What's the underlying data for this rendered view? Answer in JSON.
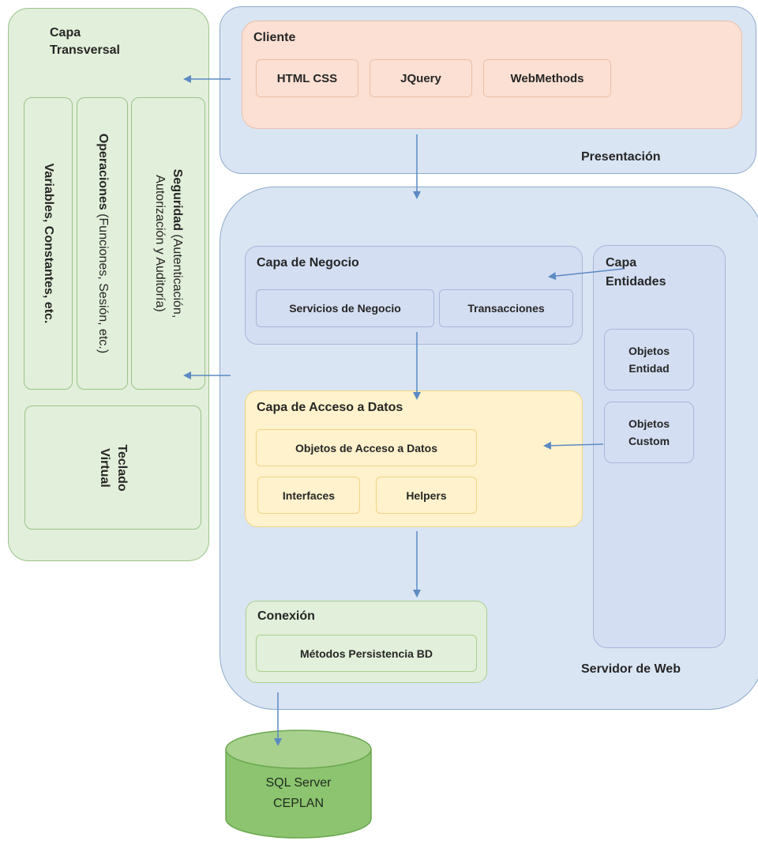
{
  "transversal": {
    "title_line1": "Capa",
    "title_line2": "Transversal",
    "variables": "Variables, Constantes, etc.",
    "operaciones_bold": "Operaciones",
    "operaciones_rest": " (Funciones, Sesión, etc.)",
    "seguridad_bold": "Seguridad",
    "seguridad_rest": " (Autenticación,",
    "seguridad_line2": "Autorización y Auditoría)",
    "teclado_line1": "Teclado",
    "teclado_line2": "Virtual"
  },
  "presentacion": {
    "label": "Presentación",
    "cliente": {
      "title": "Cliente",
      "items": [
        "HTML CSS",
        "JQuery",
        "WebMethods"
      ]
    }
  },
  "servidor": {
    "label": "Servidor de Web",
    "negocio": {
      "title": "Capa de Negocio",
      "items": [
        "Servicios de Negocio",
        "Transacciones"
      ]
    },
    "entidades": {
      "title_line1": "Capa",
      "title_line2": "Entidades",
      "item1_line1": "Objetos",
      "item1_line2": "Entidad",
      "item2_line1": "Objetos",
      "item2_line2": "Custom"
    },
    "acceso": {
      "title": "Capa de Acceso a Datos",
      "items": [
        "Objetos de Acceso a Datos",
        "Interfaces",
        "Helpers"
      ]
    },
    "conexion": {
      "title": "Conexión",
      "item": "Métodos Persistencia BD"
    }
  },
  "database": {
    "line1": "SQL Server",
    "line2": "CEPLAN"
  },
  "colors": {
    "arrow": "#5b8ac4",
    "transversal_fill": "#e2efda",
    "presentacion_fill": "#dae5f3",
    "cliente_fill": "#fbe0d3",
    "acceso_fill": "#fff2cc",
    "db_fill": "#8cc46f"
  }
}
